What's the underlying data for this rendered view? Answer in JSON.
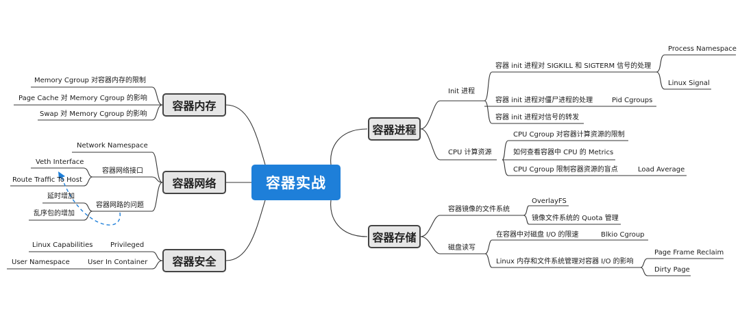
{
  "root": "容器实战",
  "topics": {
    "process": "容器进程",
    "storage": "容器存储",
    "memory": "容器内存",
    "network": "容器网络",
    "security": "容器安全"
  },
  "process": {
    "init": "Init 进程",
    "init_signal": "容器 init 进程对 SIGKILL 和 SIGTERM 信号的处理",
    "process_namespace": "Process Namespace",
    "linux_signal": "Linux Signal",
    "init_zombie": "容器 init 进程对僵尸进程的处理",
    "pid_cgroups": "Pid Cgroups",
    "init_forward": "容器 init 进程对信号的转发",
    "cpu": "CPU 计算资源",
    "cpu_limit": "CPU Cgroup 对容器计算资源的限制",
    "cpu_metrics": "如何查看容器中 CPU 的 Metrics",
    "cpu_blind": "CPU Cgroup 限制容器资源的盲点",
    "load_average": "Load Average"
  },
  "storage": {
    "image_fs": "容器镜像的文件系统",
    "overlayfs": "OverlayFS",
    "quota": "镜像文件系统的 Quota 管理",
    "disk_rw": "磁盘读写",
    "io_limit": "在容器中对磁盘 I/O 的限速",
    "blkio": "Blkio Cgroup",
    "io_effect": "Linux 内存和文件系统管理对容器 I/O 的影响",
    "pfra": "Page Frame Reclaim",
    "dirty_page": "Dirty Page"
  },
  "memory": {
    "mem_limit": "Memory Cgroup 对容器内存的限制",
    "page_cache": "Page Cache 对 Memory Cgroup 的影响",
    "swap": "Swap 对 Memory Cgroup 的影响"
  },
  "network": {
    "netns": "Network Namespace",
    "net_if": "容器网络接口",
    "veth": "Veth Interface",
    "route": "Route Traffic To Host",
    "net_problem": "容器网路的问题",
    "latency": "延时增加",
    "reorder": "乱序包的增加"
  },
  "security": {
    "privileged": "Privileged",
    "capabilities": "Linux Capabilities",
    "user_container": "User In Container",
    "user_ns": "User Namespace"
  },
  "colors": {
    "root": "#1e7fd9",
    "topic_fill": "#e6e6e6",
    "line": "#333333",
    "arrow": "#1e7fd9"
  }
}
